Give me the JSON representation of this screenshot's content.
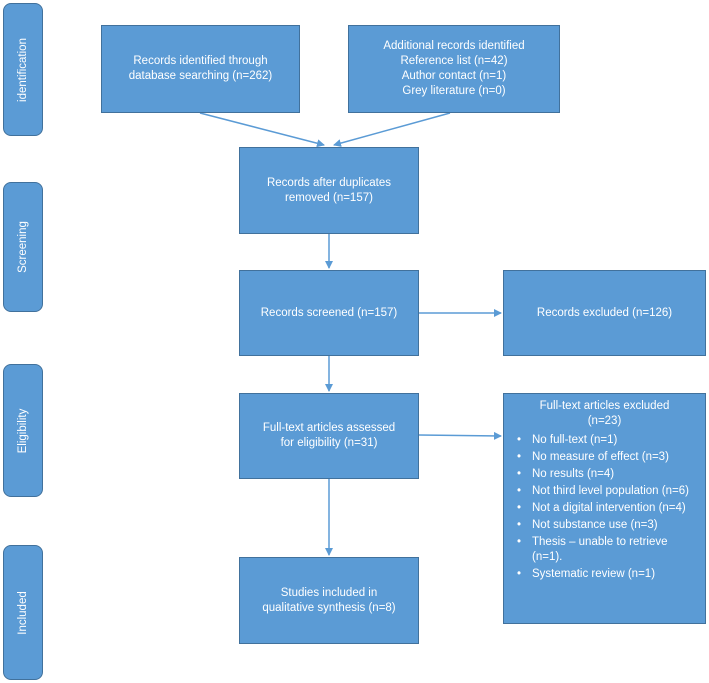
{
  "stages": {
    "identification": "identification",
    "screening": "Screening",
    "eligibility": "Eligibility",
    "included": "Included"
  },
  "boxes": {
    "database": [
      "Records identified through",
      "database searching (n=262)"
    ],
    "additional": [
      "Additional records identified",
      "Reference list (n=42)",
      "Author contact (n=1)",
      "Grey literature (n=0)"
    ],
    "after_duplicates": [
      "Records after duplicates",
      "removed (n=157)"
    ],
    "screened": "Records screened (n=157)",
    "excluded": "Records excluded (n=126)",
    "fulltext": [
      "Full-text articles assessed",
      "for eligibility (n=31)"
    ],
    "included": [
      "Studies included in",
      "qualitative synthesis (n=8)"
    ]
  },
  "fulltext_excluded": {
    "title": [
      "Full-text articles excluded",
      "(n=23)"
    ],
    "bullet": "•",
    "items": [
      "No full-text (n=1)",
      "No measure of effect (n=3)",
      "No results (n=4)",
      "Not third level population (n=6)",
      "Not a digital intervention (n=4)",
      "Not substance use (n=3)",
      "Thesis – unable to retrieve (n=1).",
      "Systematic review (n=1)"
    ]
  },
  "colors": {
    "box_fill": "#5b9bd5",
    "box_border": "#41719c",
    "arrow": "#5b9bd5",
    "text": "#ffffff"
  }
}
